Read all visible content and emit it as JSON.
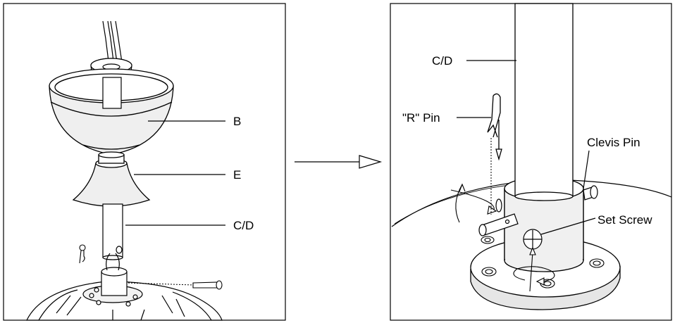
{
  "left_panel": {
    "labels": {
      "b": "B",
      "e": "E",
      "cd": "C/D"
    }
  },
  "right_panel": {
    "labels": {
      "cd": "C/D",
      "r_pin": "\"R\" Pin",
      "clevis_pin": "Clevis Pin",
      "set_screw": "Set Screw"
    }
  },
  "colors": {
    "line": "#000000",
    "background": "#ffffff"
  }
}
